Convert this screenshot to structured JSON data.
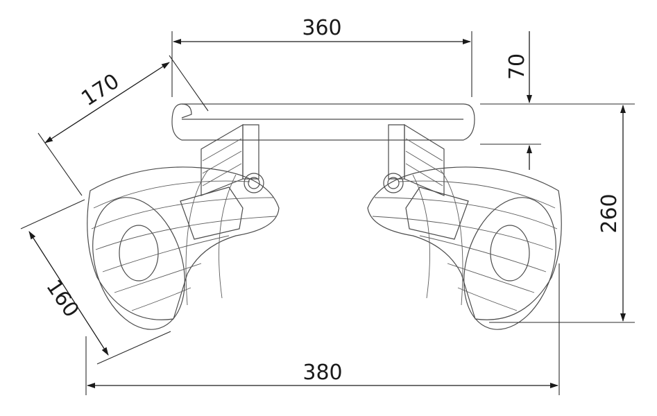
{
  "dimensions": {
    "bar_length": "360",
    "depth": "170",
    "mount_thickness": "70",
    "shade_diameter": "160",
    "total_width": "380",
    "total_height": "260"
  },
  "colors": {
    "line": "#1a1a1a",
    "part": "#4a4a4a",
    "background": "#ffffff"
  }
}
